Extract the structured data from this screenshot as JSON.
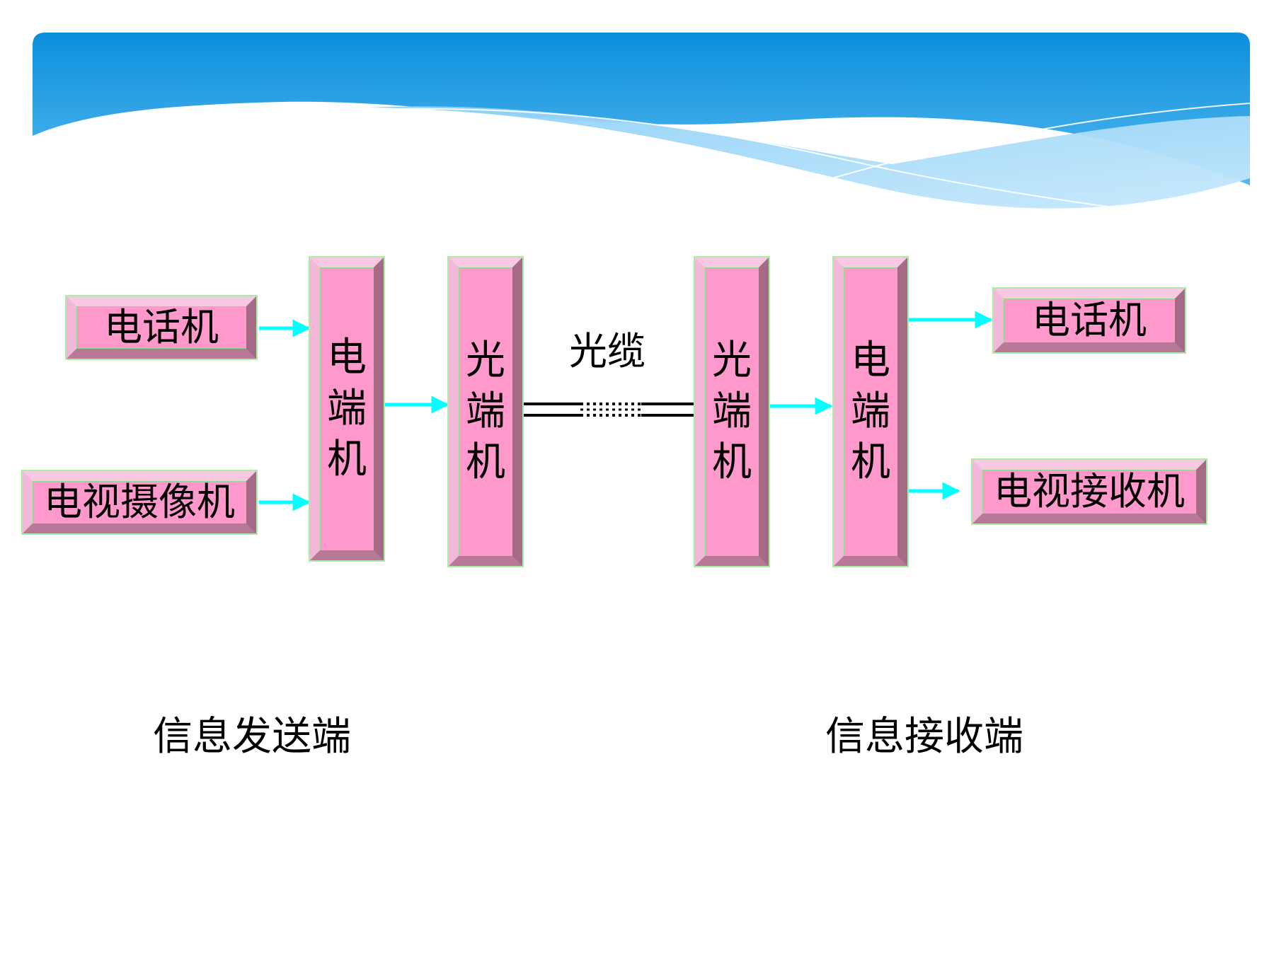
{
  "sender": {
    "phone": "电话机",
    "camera": "电视摄像机",
    "electrical_terminal": [
      "电",
      "端",
      "机"
    ],
    "optical_terminal": [
      "光",
      "端",
      "机"
    ],
    "caption": "信息发送端"
  },
  "cable": {
    "label": "光缆"
  },
  "receiver": {
    "optical_terminal": [
      "光",
      "端",
      "机"
    ],
    "electrical_terminal": [
      "电",
      "端",
      "机"
    ],
    "phone": "电话机",
    "tv": "电视接收机",
    "caption": "信息接收端"
  },
  "colors": {
    "box_fill": "#ff99cc",
    "arrow": "#00ffff",
    "header_blue": "#1a9be6",
    "header_light": "#8fd0f5"
  }
}
